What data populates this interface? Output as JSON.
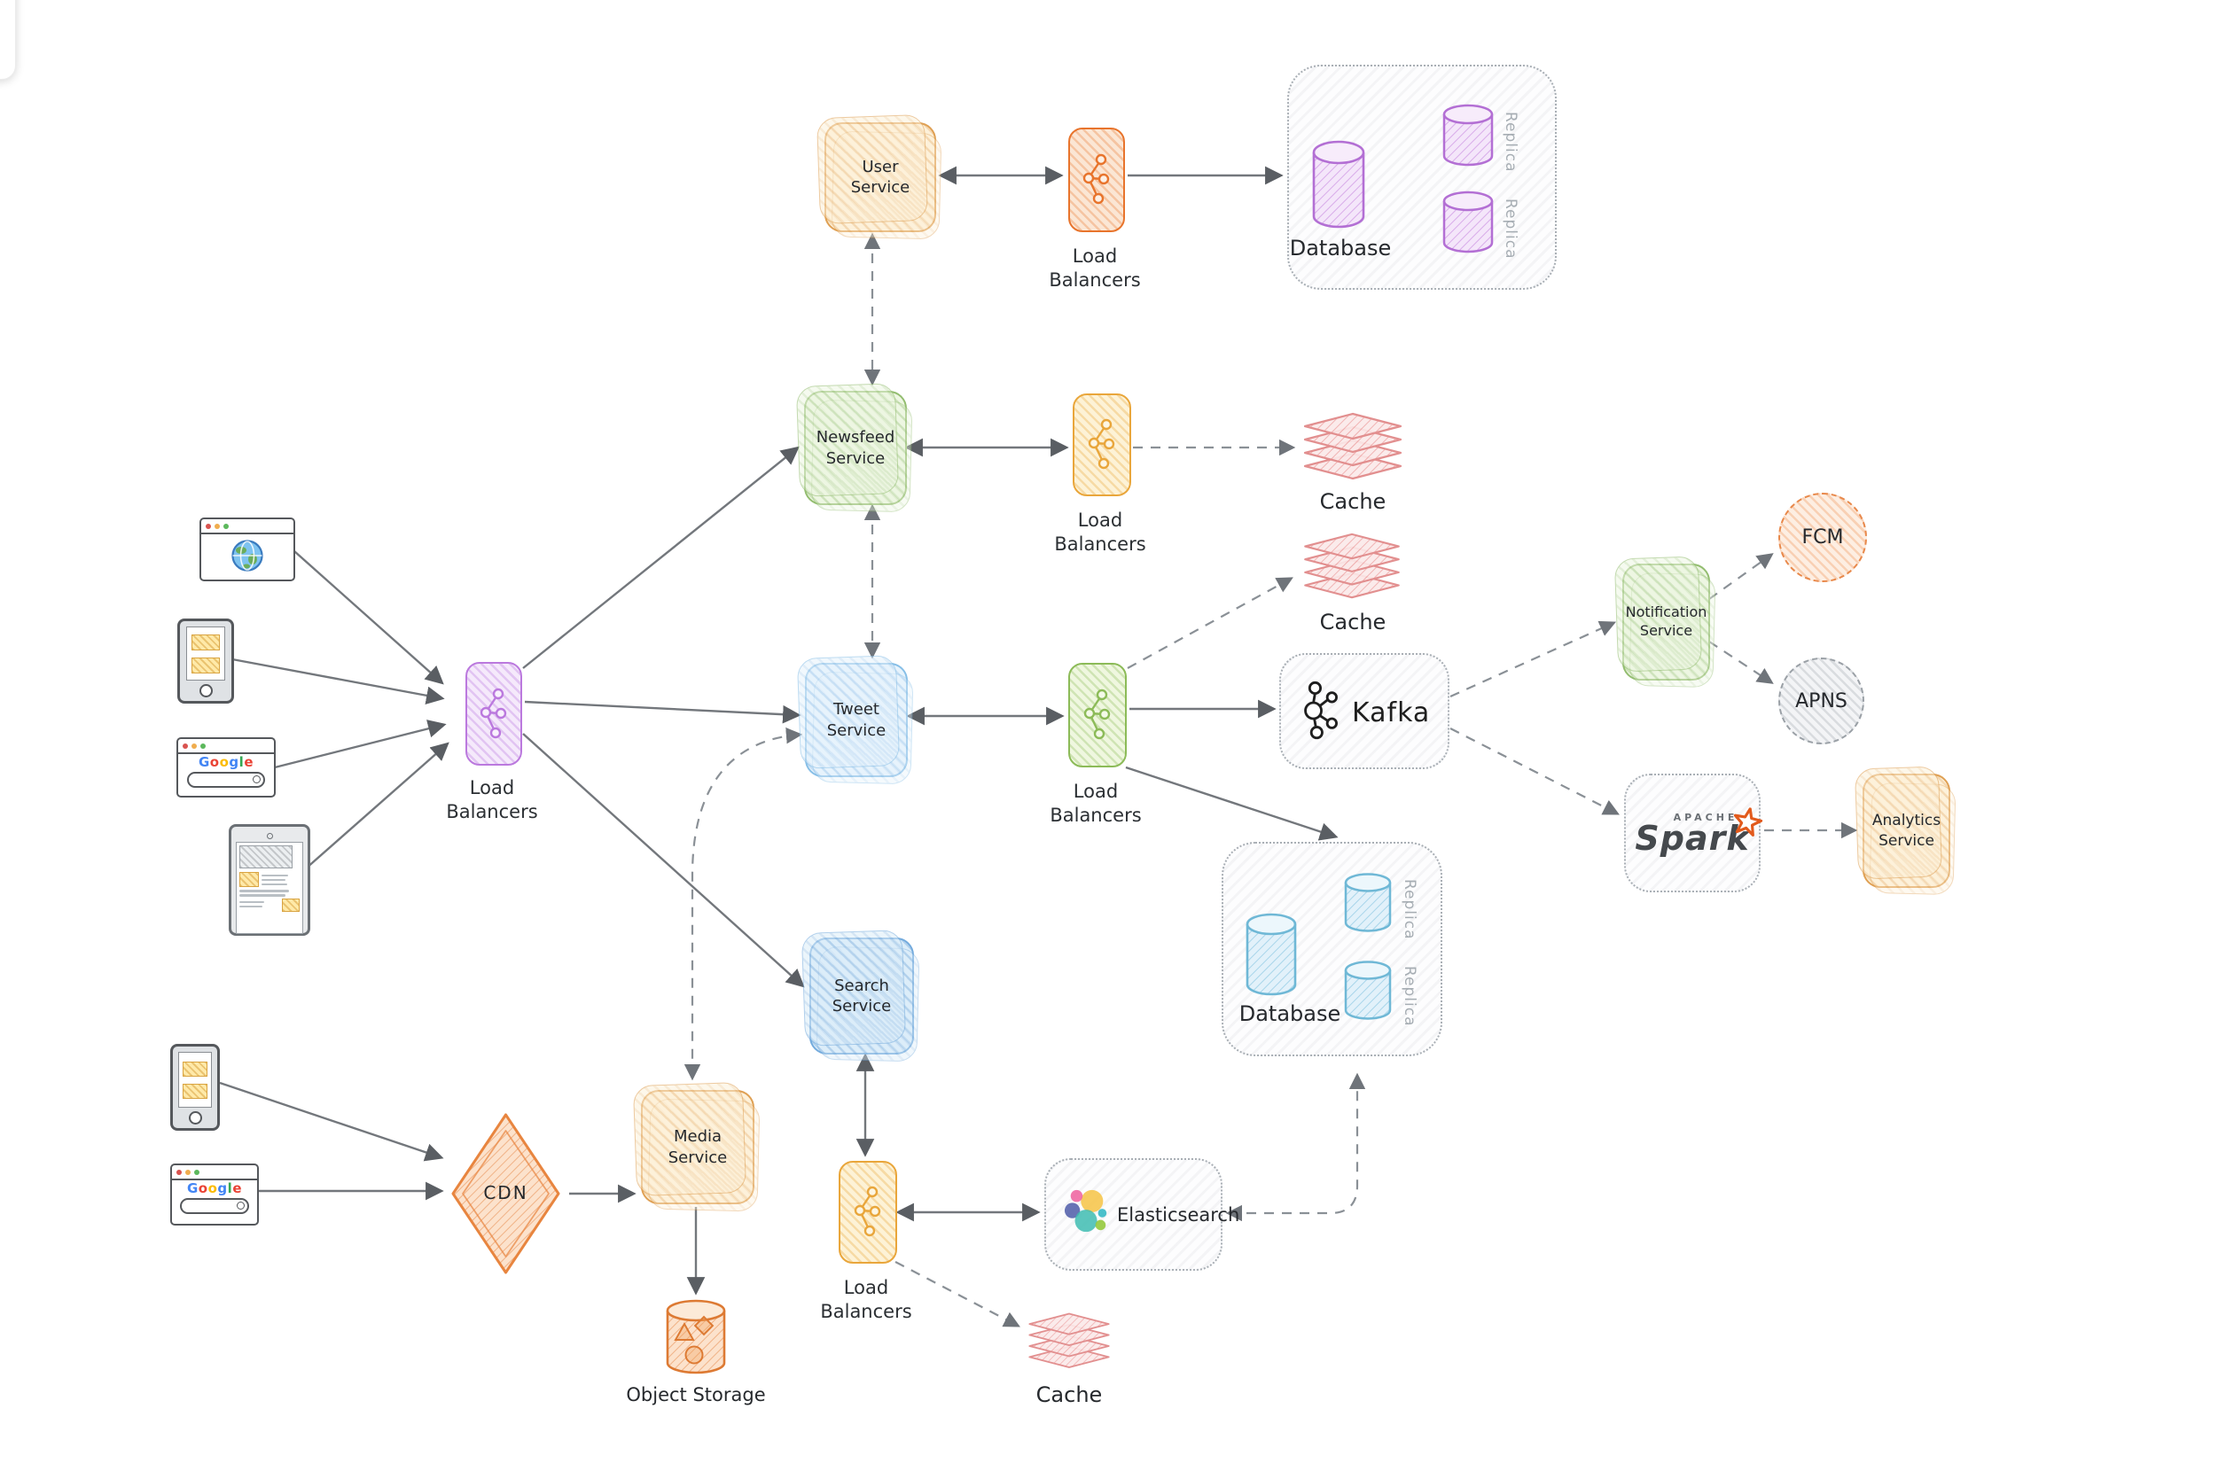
{
  "labels": {
    "user_service": "User Service",
    "newsfeed_service": "Newsfeed Service",
    "tweet_service": "Tweet Service",
    "search_service": "Search Service",
    "notification_service": "Notification Service",
    "analytics_service": "Analytics Service",
    "media_service": "Media Service",
    "load_balancers": "Load Balancers",
    "database": "Database",
    "replica": "Replica",
    "cache": "Cache",
    "object_storage": "Object Storage",
    "cdn": "CDN",
    "kafka": "Kafka",
    "elasticsearch": "Elasticsearch",
    "spark_brand": "APACHE",
    "spark_name": "Spark",
    "fcm": "FCM",
    "apns": "APNS"
  },
  "google_logo": [
    {
      "ch": "G",
      "color": "#4285F4"
    },
    {
      "ch": "o",
      "color": "#EA4335"
    },
    {
      "ch": "o",
      "color": "#FBBC05"
    },
    {
      "ch": "g",
      "color": "#4285F4"
    },
    {
      "ch": "l",
      "color": "#34A853"
    },
    {
      "ch": "e",
      "color": "#EA4335"
    }
  ],
  "colors": {
    "service_orange_stroke": "#dfa054",
    "service_green_stroke": "#93bd70",
    "service_blue_stroke": "#87bfe7",
    "lb_purple": "#bb79de",
    "lb_orange": "#e8742c",
    "lb_yellow": "#e9a63b",
    "lb_green": "#8cbb58",
    "database_purple": "#b36fd4",
    "database_blue": "#6fb8d6",
    "cache_red": "#e28f8f",
    "cdn_orange": "#e8853f",
    "fcm_orange": "#e8884a",
    "apns_gray": "#9aa0a6",
    "arrow_solid": "#73777c",
    "arrow_dashed": "#8a9096"
  },
  "icons": {
    "load_balancer": "network-nodes-icon",
    "kafka": "kafka-circles-icon",
    "elasticsearch": "elastic-cluster-icon",
    "spark": "spark-star-icon",
    "globe": "globe-icon",
    "browser_dots": "traffic-light-dots-icon",
    "search_pill": "magnifier-icon"
  }
}
